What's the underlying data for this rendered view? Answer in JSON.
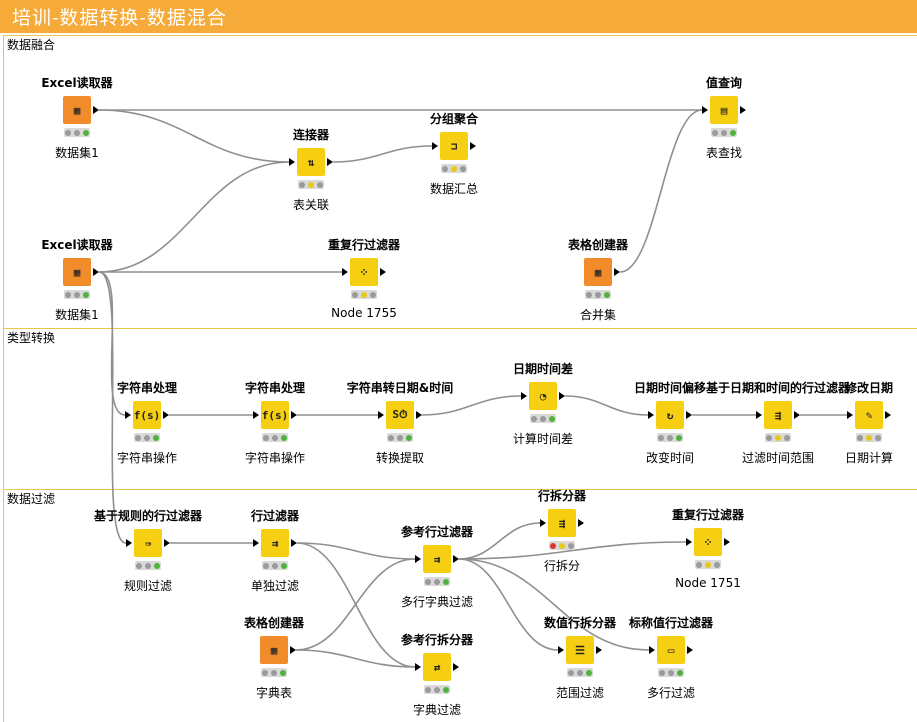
{
  "window": {
    "title": "培训-数据转换-数据混合"
  },
  "sections": [
    {
      "id": "fusion",
      "label": "数据融合"
    },
    {
      "id": "type",
      "label": "类型转换"
    },
    {
      "id": "filter",
      "label": "数据过滤"
    }
  ],
  "nodes": [
    {
      "id": "excel1",
      "title": "Excel读取器",
      "label": "数据集1",
      "color": "orange",
      "icon": "excel-reader-icon",
      "glyph": "▦",
      "status": [
        "off",
        "off",
        "g"
      ],
      "in": false,
      "out": true
    },
    {
      "id": "excel2",
      "title": "Excel读取器",
      "label": "数据集1",
      "color": "orange",
      "icon": "excel-reader-icon",
      "glyph": "▦",
      "status": [
        "off",
        "off",
        "g"
      ],
      "in": false,
      "out": true
    },
    {
      "id": "joiner",
      "title": "连接器",
      "label": "表关联",
      "color": "yellow",
      "icon": "joiner-icon",
      "glyph": "⇅",
      "status": [
        "off",
        "y",
        "off"
      ],
      "in": true,
      "out": true
    },
    {
      "id": "groupby",
      "title": "分组聚合",
      "label": "数据汇总",
      "color": "yellow",
      "icon": "groupby-icon",
      "glyph": "⊐",
      "status": [
        "off",
        "y",
        "off"
      ],
      "in": true,
      "out": true
    },
    {
      "id": "lookup",
      "title": "值查询",
      "label": "表查找",
      "color": "yellow",
      "icon": "value-lookup-icon",
      "glyph": "▤",
      "status": [
        "off",
        "off",
        "g"
      ],
      "in": true,
      "out": true
    },
    {
      "id": "dup1",
      "title": "重复行过滤器",
      "label": "Node 1755",
      "color": "yellow",
      "icon": "duplicate-row-filter-icon",
      "glyph": "⁘",
      "status": [
        "off",
        "y",
        "off"
      ],
      "in": true,
      "out": true
    },
    {
      "id": "table1",
      "title": "表格创建器",
      "label": "合并集",
      "color": "orange",
      "icon": "table-creator-icon",
      "glyph": "▦",
      "status": [
        "off",
        "off",
        "g"
      ],
      "in": false,
      "out": true
    },
    {
      "id": "str1",
      "title": "字符串处理",
      "label": "字符串操作",
      "color": "yellow",
      "icon": "string-manipulation-icon",
      "glyph": "f(s)",
      "status": [
        "off",
        "off",
        "g"
      ],
      "in": true,
      "out": true
    },
    {
      "id": "str2",
      "title": "字符串处理",
      "label": "字符串操作",
      "color": "yellow",
      "icon": "string-manipulation-icon",
      "glyph": "f(s)",
      "status": [
        "off",
        "off",
        "g"
      ],
      "in": true,
      "out": true
    },
    {
      "id": "str2date",
      "title": "字符串转日期&时间",
      "label": "转换提取",
      "color": "yellow",
      "icon": "string-to-datetime-icon",
      "glyph": "S⏱",
      "status": [
        "off",
        "off",
        "g"
      ],
      "in": true,
      "out": true
    },
    {
      "id": "datediff",
      "title": "日期时间差",
      "label": "计算时间差",
      "color": "yellow",
      "icon": "date-time-difference-icon",
      "glyph": "◔",
      "status": [
        "off",
        "off",
        "g"
      ],
      "in": true,
      "out": true
    },
    {
      "id": "dateshift",
      "title": "日期时间偏移",
      "label": "改变时间",
      "color": "yellow",
      "icon": "date-time-shift-icon",
      "glyph": "↻",
      "status": [
        "off",
        "off",
        "g"
      ],
      "in": true,
      "out": true
    },
    {
      "id": "daterange",
      "title": "基于日期和时间的行过滤器",
      "label": "过滤时间范围",
      "color": "yellow",
      "icon": "date-time-row-filter-icon",
      "glyph": "⇶",
      "status": [
        "off",
        "y",
        "off"
      ],
      "in": true,
      "out": true
    },
    {
      "id": "datecalc",
      "title": "修改日期",
      "label": "日期计算",
      "color": "yellow",
      "icon": "modify-date-icon",
      "glyph": "✎",
      "status": [
        "off",
        "y",
        "off"
      ],
      "in": true,
      "out": true
    },
    {
      "id": "rulefilter",
      "title": "基于规则的行过滤器",
      "label": "规则过滤",
      "color": "yellow",
      "icon": "rule-based-row-filter-icon",
      "glyph": "⇛",
      "status": [
        "off",
        "off",
        "g"
      ],
      "in": true,
      "out": true
    },
    {
      "id": "rowfilter",
      "title": "行过滤器",
      "label": "单独过滤",
      "color": "yellow",
      "icon": "row-filter-icon",
      "glyph": "⇉",
      "status": [
        "off",
        "off",
        "g"
      ],
      "in": true,
      "out": true
    },
    {
      "id": "reffilter",
      "title": "参考行过滤器",
      "label": "多行字典过滤",
      "color": "yellow",
      "icon": "reference-row-filter-icon",
      "glyph": "⇉",
      "status": [
        "off",
        "off",
        "g"
      ],
      "in": true,
      "out": true
    },
    {
      "id": "rowsplit",
      "title": "行拆分器",
      "label": "行拆分",
      "color": "yellow",
      "icon": "row-splitter-icon",
      "glyph": "⇶",
      "status": [
        "r",
        "y",
        "off"
      ],
      "in": true,
      "out": true
    },
    {
      "id": "dup2",
      "title": "重复行过滤器",
      "label": "Node 1751",
      "color": "yellow",
      "icon": "duplicate-row-filter-icon",
      "glyph": "⁘",
      "status": [
        "off",
        "y",
        "off"
      ],
      "in": true,
      "out": true
    },
    {
      "id": "table2",
      "title": "表格创建器",
      "label": "字典表",
      "color": "orange",
      "icon": "table-creator-icon",
      "glyph": "▦",
      "status": [
        "off",
        "off",
        "g"
      ],
      "in": false,
      "out": true
    },
    {
      "id": "refsplit",
      "title": "参考行拆分器",
      "label": "字典过滤",
      "color": "yellow",
      "icon": "reference-row-splitter-icon",
      "glyph": "⇄",
      "status": [
        "off",
        "off",
        "g"
      ],
      "in": true,
      "out": true
    },
    {
      "id": "numsplit",
      "title": "数值行拆分器",
      "label": "范围过滤",
      "color": "yellow",
      "icon": "numeric-row-splitter-icon",
      "glyph": "☰",
      "status": [
        "off",
        "off",
        "g"
      ],
      "in": true,
      "out": true
    },
    {
      "id": "nomfilter",
      "title": "标称值行过滤器",
      "label": "多行过滤",
      "color": "yellow",
      "icon": "nominal-value-row-filter-icon",
      "glyph": "▭",
      "status": [
        "off",
        "off",
        "g"
      ],
      "in": true,
      "out": true
    }
  ],
  "connections": [
    [
      "excel1",
      "lookup"
    ],
    [
      "excel1",
      "joiner"
    ],
    [
      "excel2",
      "joiner"
    ],
    [
      "excel2",
      "dup1"
    ],
    [
      "excel2",
      "str1"
    ],
    [
      "excel2",
      "rulefilter"
    ],
    [
      "joiner",
      "groupby"
    ],
    [
      "table1",
      "lookup"
    ],
    [
      "str1",
      "str2"
    ],
    [
      "str2",
      "str2date"
    ],
    [
      "str2date",
      "datediff"
    ],
    [
      "datediff",
      "dateshift"
    ],
    [
      "dateshift",
      "daterange"
    ],
    [
      "daterange",
      "datecalc"
    ],
    [
      "rulefilter",
      "rowfilter"
    ],
    [
      "rowfilter",
      "reffilter"
    ],
    [
      "rowfilter",
      "refsplit"
    ],
    [
      "table2",
      "reffilter"
    ],
    [
      "table2",
      "refsplit"
    ],
    [
      "reffilter",
      "rowsplit"
    ],
    [
      "reffilter",
      "dup2"
    ],
    [
      "reffilter",
      "numsplit"
    ],
    [
      "reffilter",
      "nomfilter"
    ]
  ]
}
